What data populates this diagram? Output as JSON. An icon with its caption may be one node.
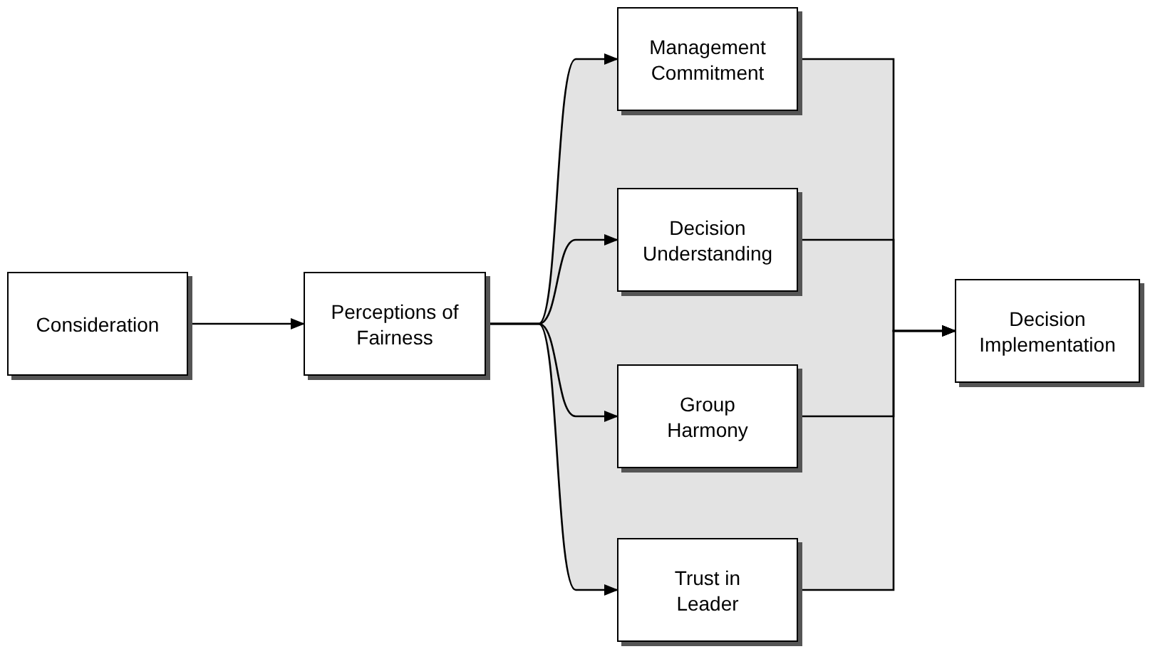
{
  "diagram": {
    "nodes": [
      {
        "text": [
          "Consideration"
        ]
      },
      {
        "text": [
          "Perceptions of Fairness"
        ]
      },
      {
        "text": [
          "Management Commitment"
        ]
      },
      {
        "text": [
          "Decision Understanding"
        ]
      },
      {
        "text": [
          "Group Harmony"
        ]
      },
      {
        "text": [
          "Trust in Leader"
        ]
      },
      {
        "text": [
          "Decision Implementation"
        ]
      }
    ],
    "edges": [
      {
        "from": 0,
        "to": 1,
        "arrow": "to"
      },
      {
        "from": 1,
        "to": 2,
        "arrow": "to"
      },
      {
        "from": 1,
        "to": 3,
        "arrow": "to"
      },
      {
        "from": 1,
        "to": 4,
        "arrow": "to"
      },
      {
        "from": 1,
        "to": 5,
        "arrow": "to"
      },
      {
        "from": 2,
        "to": 6,
        "arrow": "to"
      },
      {
        "from": 3,
        "to": 6,
        "arrow": "to"
      },
      {
        "from": 4,
        "to": 6,
        "arrow": "to"
      },
      {
        "from": 5,
        "to": 6,
        "arrow": "to"
      }
    ]
  }
}
